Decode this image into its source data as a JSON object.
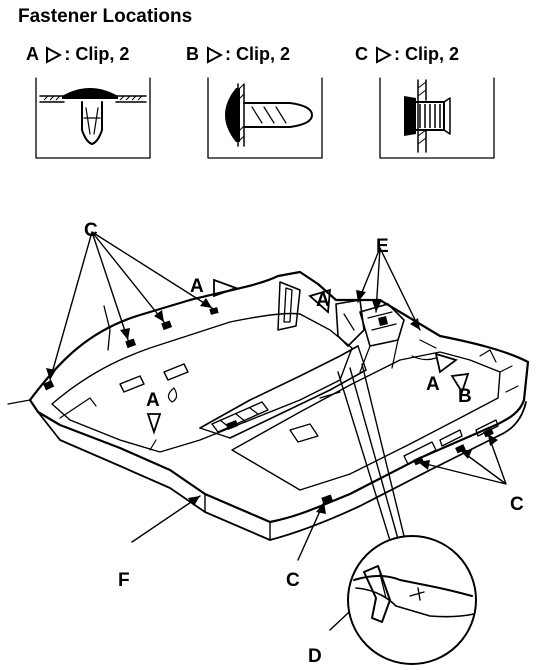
{
  "title": "Fastener Locations",
  "fastener_types": [
    {
      "letter": "A",
      "text": ": Clip, 2"
    },
    {
      "letter": "B",
      "text": ": Clip, 2"
    },
    {
      "letter": "C",
      "text": ": Clip, 2"
    }
  ],
  "callouts": {
    "A": "A",
    "B": "B",
    "C": "C",
    "D": "D",
    "E": "E",
    "F": "F"
  }
}
